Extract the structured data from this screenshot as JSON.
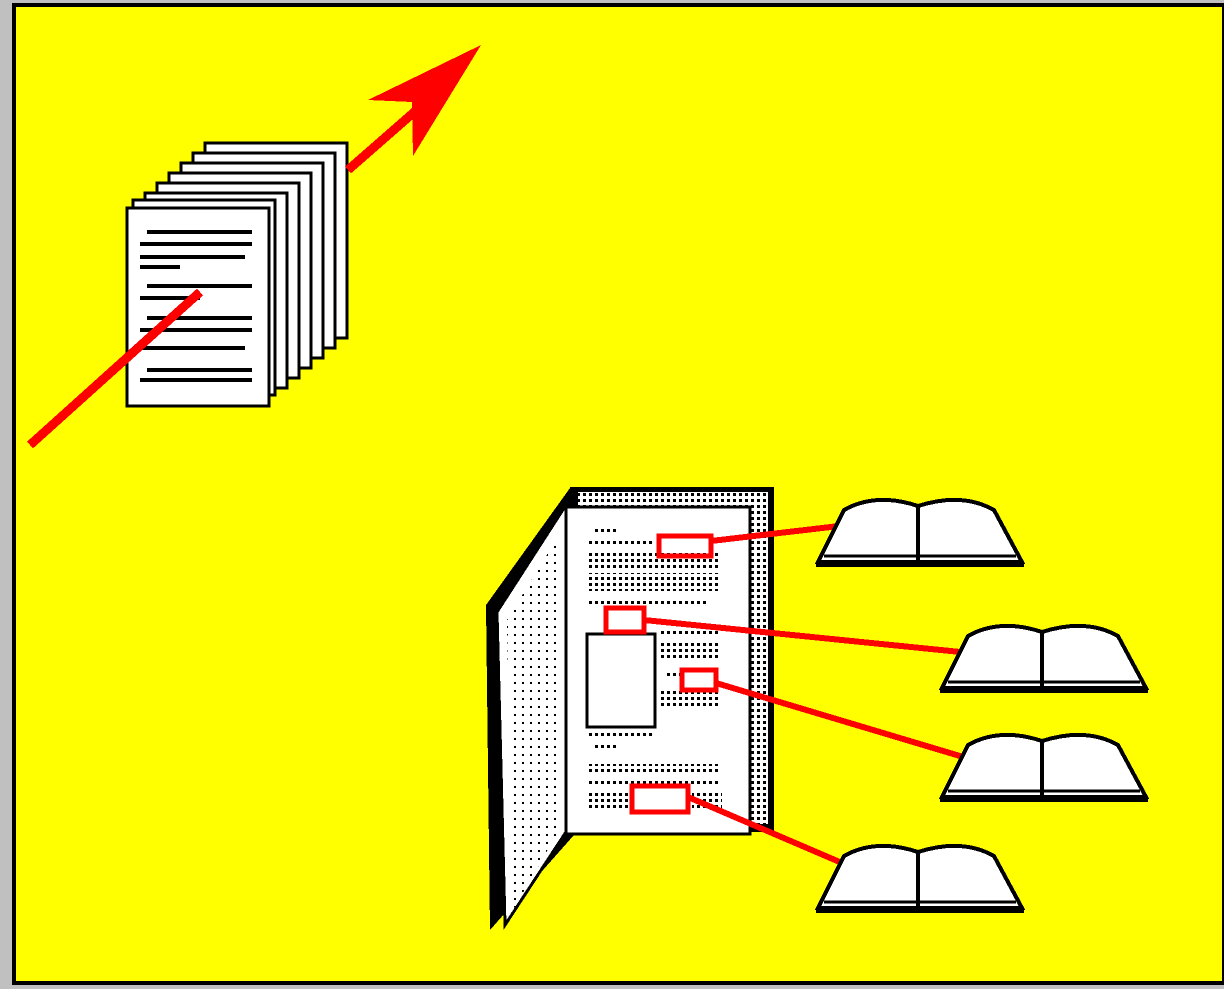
{
  "colors": {
    "background": "#ffff00",
    "frame": "#c0c0c0",
    "arrow": "#ff0000",
    "paper": "#ffffff",
    "ink": "#000000"
  },
  "icons": [
    "document-stack-icon",
    "large-arrow-icon",
    "opened-book-icon",
    "link-highlight-box-icon",
    "link-arrow-icon",
    "small-open-book-icon"
  ],
  "scene": {
    "document_stack_pages": 7,
    "linked_books": 4,
    "link_highlights": 4
  }
}
